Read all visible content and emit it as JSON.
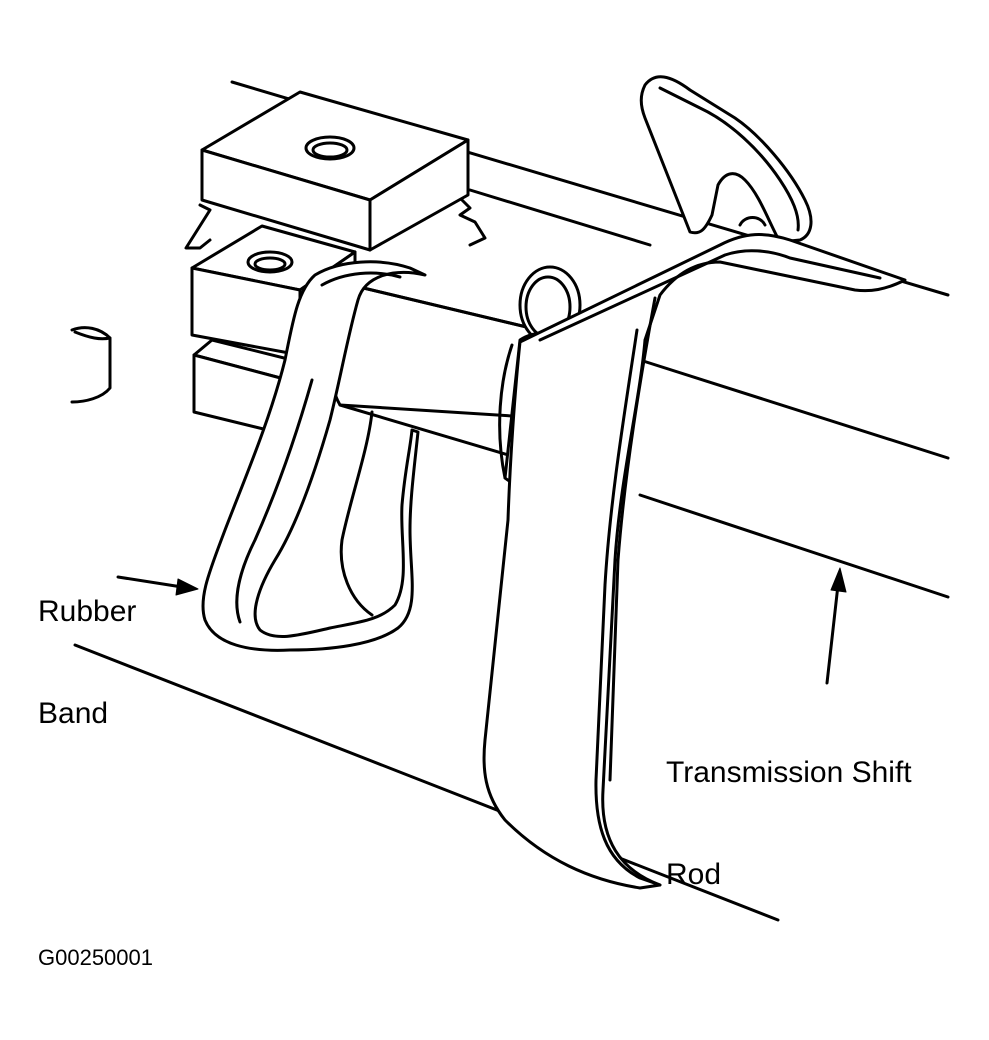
{
  "diagram": {
    "labels": {
      "rubber_band": [
        "Rubber",
        "Band"
      ],
      "shift_rod": [
        "Transmission Shift",
        "Rod"
      ]
    },
    "figure_id": "G00250001",
    "line_color": "#000000",
    "background_color": "#ffffff"
  }
}
